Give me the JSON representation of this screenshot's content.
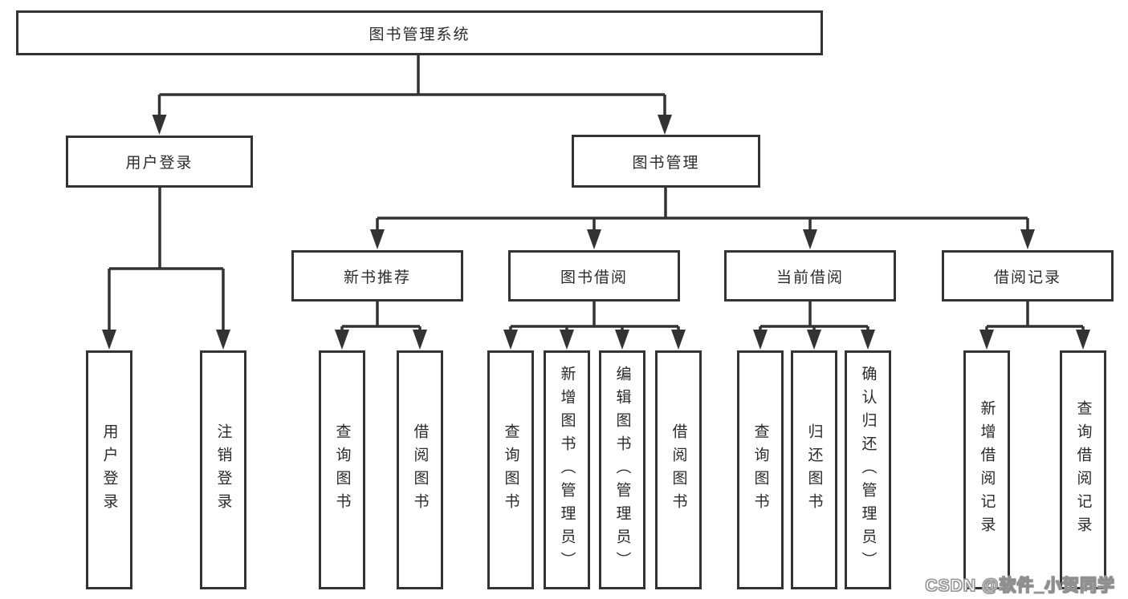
{
  "diagram": {
    "root": {
      "label": "图书管理系统"
    },
    "branches": [
      {
        "label": "用户登录",
        "children": [
          {
            "label": "用户登录"
          },
          {
            "label": "注销登录"
          }
        ]
      },
      {
        "label": "图书管理",
        "children": [
          {
            "label": "新书推荐",
            "children": [
              {
                "label": "查询图书"
              },
              {
                "label": "借阅图书"
              }
            ]
          },
          {
            "label": "图书借阅",
            "children": [
              {
                "label": "查询图书"
              },
              {
                "label": "新增图书（管理员）"
              },
              {
                "label": "编辑图书（管理员）"
              },
              {
                "label": "借阅图书"
              }
            ]
          },
          {
            "label": "当前借阅",
            "children": [
              {
                "label": "查询图书"
              },
              {
                "label": "归还图书"
              },
              {
                "label": "确认归还（管理员）"
              }
            ]
          },
          {
            "label": "借阅记录",
            "children": [
              {
                "label": "新增借阅记录"
              },
              {
                "label": "查询借阅记录"
              }
            ]
          }
        ]
      }
    ]
  },
  "watermark": {
    "text": "CSDN @软件_小贺同学"
  },
  "colors": {
    "line": "#333333",
    "box_border": "#333333",
    "text": "#2b2b2b",
    "background": "#ffffff",
    "watermark_outline": "#8f8f8f"
  }
}
